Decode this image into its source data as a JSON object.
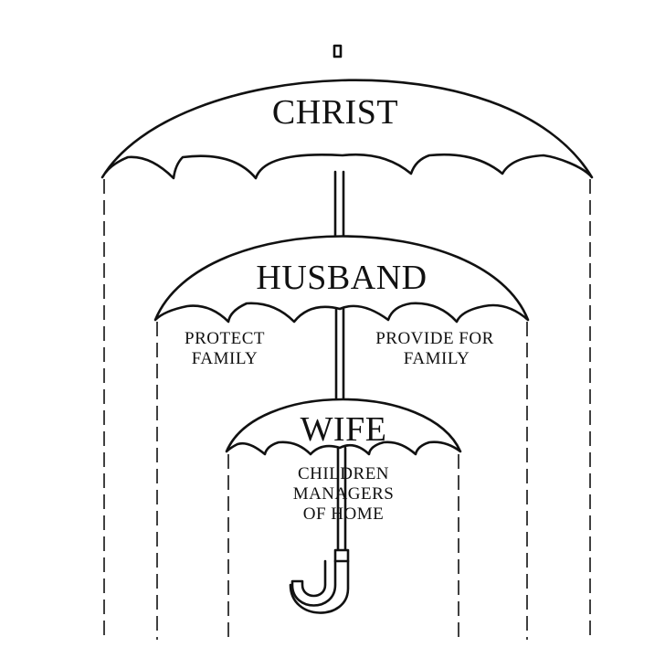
{
  "umbrellas": {
    "christ": {
      "label": "CHRIST"
    },
    "husband": {
      "label": "HUSBAND",
      "left_text": [
        "PROTECT",
        "FAMILY"
      ],
      "right_text": [
        "PROVIDE FOR",
        "FAMILY"
      ]
    },
    "wife": {
      "label": "WIFE",
      "text": [
        "CHILDREN",
        "MANAGERS",
        "OF HOME"
      ]
    }
  }
}
